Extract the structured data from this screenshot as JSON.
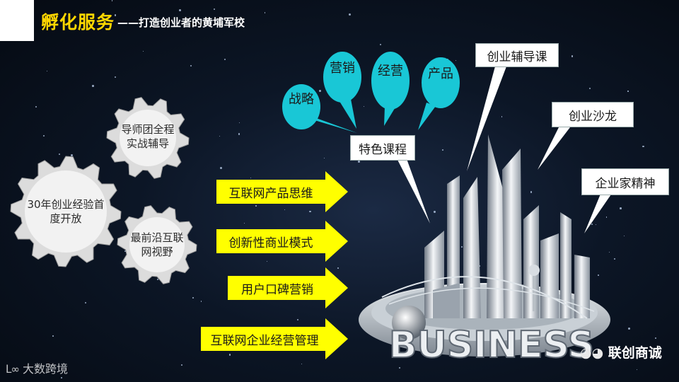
{
  "title": {
    "main": "孵化服务",
    "sub": "——打造创业者的黄埔军校"
  },
  "gears": [
    {
      "text": "导师团全程实战辅导"
    },
    {
      "text": "30年创业经验首度开放"
    },
    {
      "text": "最前沿互联网视野"
    }
  ],
  "arrows": [
    {
      "label": "互联网产品思维"
    },
    {
      "label": "创新性商业模式"
    },
    {
      "label": "用户口碑营销"
    },
    {
      "label": "互联网企业经营管理"
    }
  ],
  "bubbles": [
    {
      "text": "战略"
    },
    {
      "text": "营销"
    },
    {
      "text": "经营"
    },
    {
      "text": "产品"
    }
  ],
  "callouts": {
    "featured": "特色课程",
    "tutoring": "创业辅导课",
    "salon": "创业沙龙",
    "spirit": "企业家精神"
  },
  "city": {
    "sign": "BUSINESS"
  },
  "watermark": {
    "text": "大数跨境"
  },
  "wechat": {
    "text": "联创商诚"
  },
  "colors": {
    "title": "#ffd700",
    "arrow": "#ffff00",
    "bubble": "#19c7d6",
    "gear": "#dcdcdc"
  }
}
